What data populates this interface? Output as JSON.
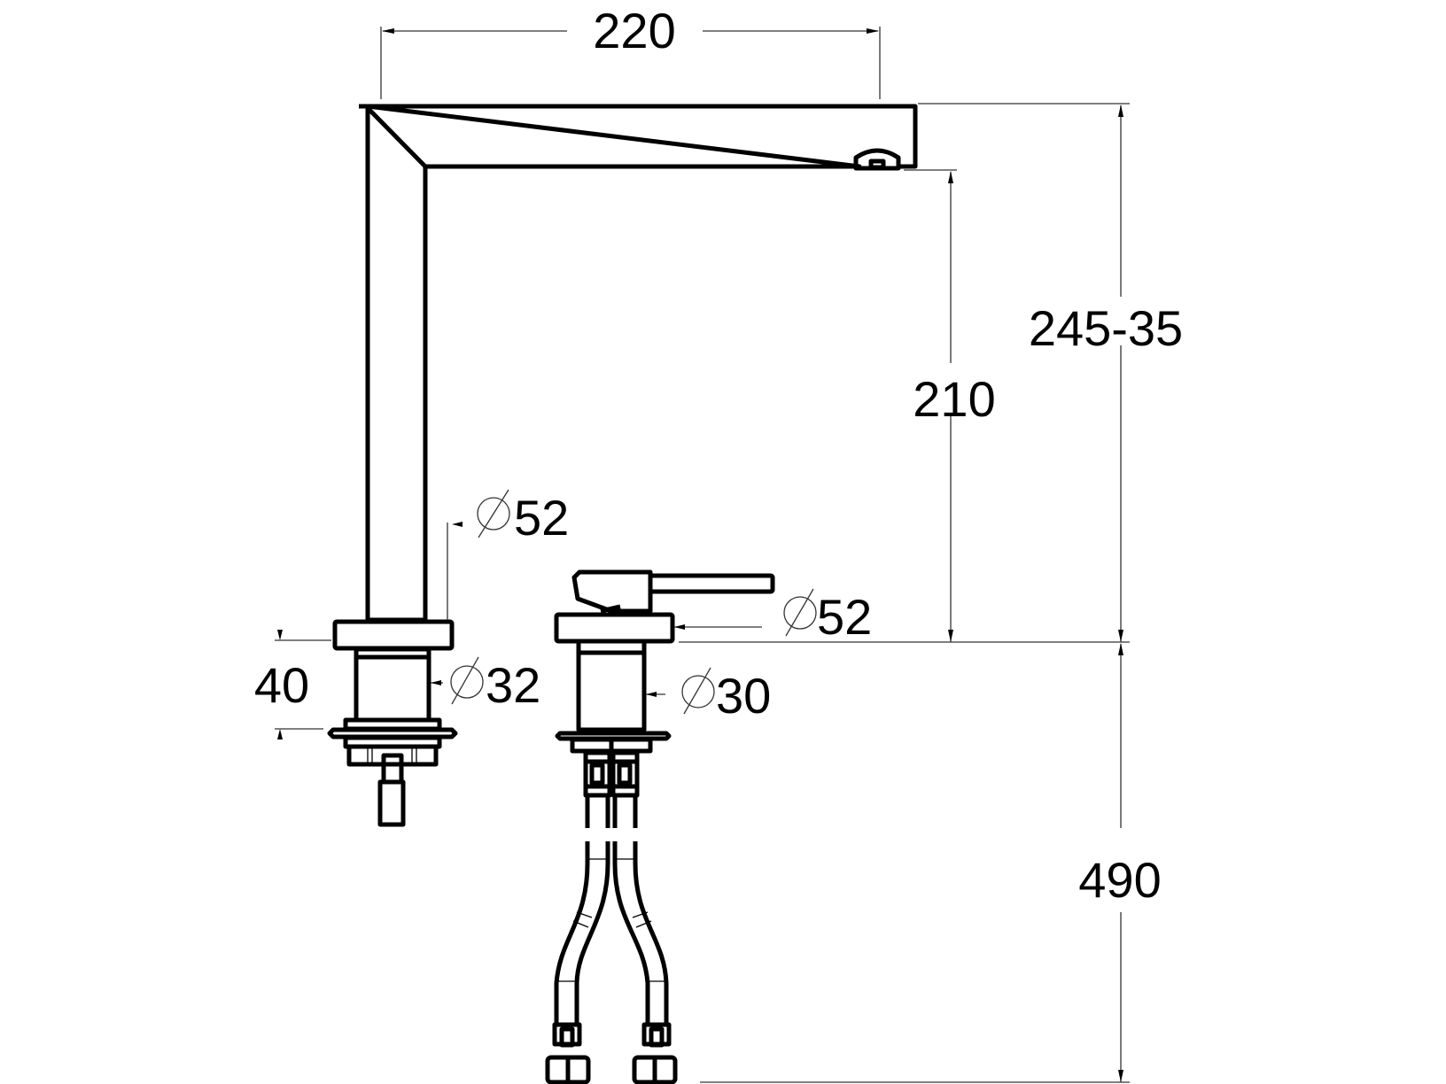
{
  "drawing": {
    "subject": "Kitchen faucet with separate lever mixer — dimension drawing",
    "dimensions": {
      "spout_reach": "220",
      "total_height": "245-35",
      "spout_outlet_height": "210",
      "hose_length": "490",
      "spout_base_height": "40",
      "spout_base_flange_diameter": "52",
      "spout_shank_diameter": "32",
      "mixer_flange_diameter": "52",
      "mixer_shank_diameter": "30"
    },
    "diameter_symbol": "⌀",
    "colors": {
      "line": "#000000",
      "background": "#ffffff"
    }
  }
}
